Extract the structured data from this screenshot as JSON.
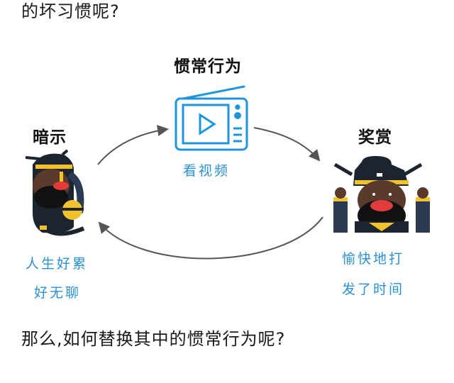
{
  "article": {
    "top_line": "的坏习惯呢?",
    "bottom_line": "那么,如何替换其中的惯常行为呢?"
  },
  "diagram": {
    "routine": {
      "title": "惯常行为",
      "icon": "tv-play-icon",
      "caption": "看视频"
    },
    "cue": {
      "title": "暗示",
      "icon": "bored-character-icon",
      "caption_lines": [
        "人生好累",
        "好无聊"
      ]
    },
    "reward": {
      "title": "奖赏",
      "icon": "happy-character-icon",
      "caption_lines": [
        "愉快地打",
        "发了时间"
      ]
    },
    "colors": {
      "accent_blue": "#2a8fd6",
      "arrow": "#555555",
      "character_skin": "#5a3a2a",
      "character_band": "#f2c12e",
      "character_hat": "#1c2430"
    }
  }
}
